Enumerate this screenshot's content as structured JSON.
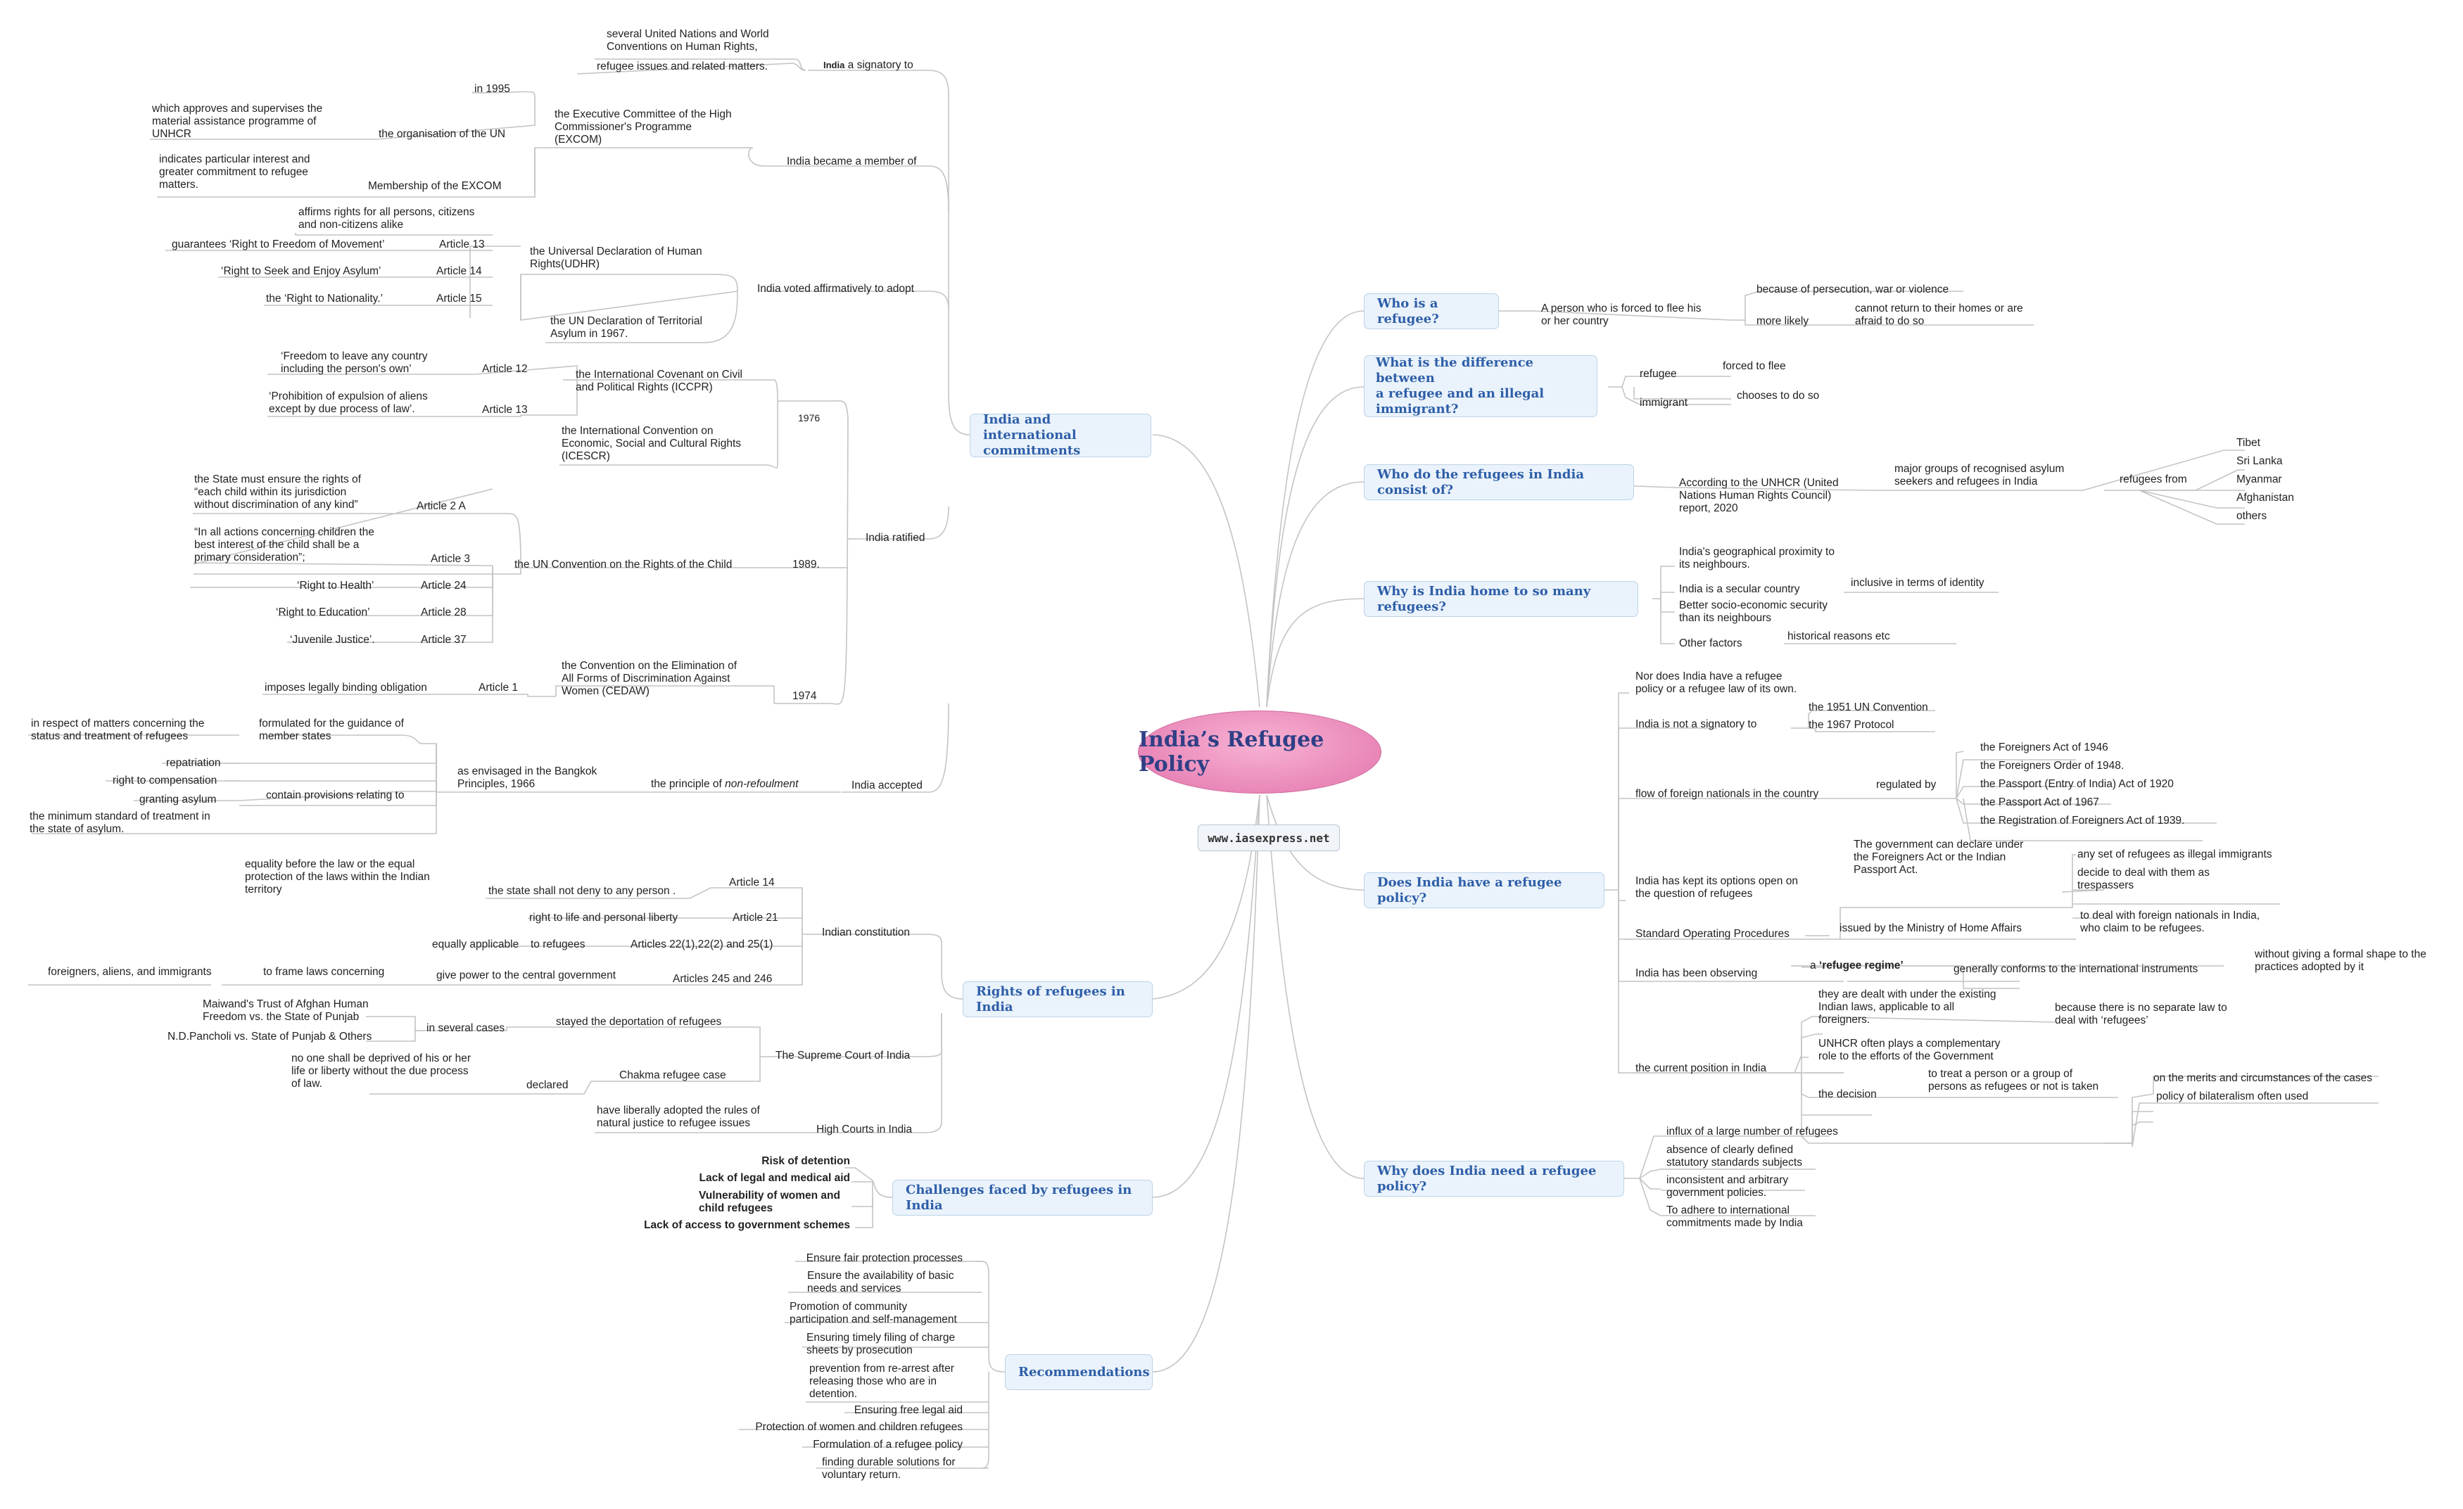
{
  "title": "India’s Refugee Policy",
  "website": "www.iasexpress.net",
  "branches": {
    "india_intl": "India and international\ncommitments",
    "rights": "Rights of refugees in India",
    "challenges": "Challenges faced by refugees in India",
    "recommendations": "Recommendations",
    "who": "Who is a refugee?",
    "difference": "What is the difference between\na refugee and an illegal\nimmigrant?",
    "consist": "Who do the refugees in India consist of?",
    "why_home": "Why is India home to so many refugees?",
    "policy": "Does India have a refugee policy?",
    "need": "Why does India need a refugee policy?"
  },
  "left": {
    "signatory_list": "several United Nations and World\nConventions on Human Rights,",
    "refugee_issues": "refugee issues and related matters.",
    "india_signatory_prefix": "India",
    "india_signatory_suffix": " a signatory to",
    "in_1995": "in 1995",
    "approves": "which approves and supervises the\nmaterial assistance programme of\nUNHCR",
    "org_un": "the organisation of the UN",
    "excom": "the Executive Committee of the High\nCommissioner's Programme\n(EXCOM)",
    "indicates": "indicates particular interest and\ngreater commitment to refugee\nmatters.",
    "membership": "Membership of the EXCOM",
    "india_member": "India became a member of",
    "affirms": "affirms rights for all persons, citizens\nand non-citizens alike",
    "movement": "guarantees ‘Right to Freedom of Movement’",
    "art13a": "Article 13",
    "asylum": "‘Right to Seek and Enjoy Asylum’",
    "art14a": "Article 14",
    "nationality": "the ‘Right to Nationality.’",
    "art15": "Article 15",
    "udhr": "the Universal Declaration of Human\nRights(UDHR)",
    "india_voted": "India voted affirmatively to adopt",
    "territorial": "the UN Declaration of Territorial\nAsylum in 1967.",
    "freedom_leave": "‘Freedom to leave any country\nincluding the person's own’",
    "art12": "Article 12",
    "iccpr": "the International Covenant on Civil\nand Political Rights (ICCPR)",
    "yr1976": "1976",
    "prohibition": "‘Prohibition of expulsion of aliens\nexcept by due process of law’.",
    "art13b": "Article 13",
    "icescr": "the International Convention on\nEconomic, Social and Cultural Rights\n(ICESCR)",
    "state_ensure": "the State must ensure the rights of\n“each child within its jurisdiction\nwithout discrimination of any kind”",
    "art2a": "Article 2 A",
    "best_interest": "“In all actions concerning children the\nbest interest of the child shall be a\nprimary consideration”;",
    "art3": "Article 3",
    "crc": "the UN Convention on the Rights of the Child",
    "yr1989": "1989.",
    "india_ratified": "India ratified",
    "health": "‘Right to Health’",
    "art24": "Article 24",
    "education": "‘Right to Education’",
    "art28": "Article 28",
    "juvenile": "‘Juvenile Justice’.",
    "art37": "Article 37",
    "cedaw": "the Convention on the Elimination of\nAll Forms of Discrimination Against\nWomen (CEDAW)",
    "binding": "imposes legally binding obligation",
    "art1": "Article 1",
    "yr1974": "1974",
    "status_treatment": "in respect of matters concerning the\nstatus and treatment of refugees",
    "formulated": "formulated for the guidance of\nmember states",
    "repatriation": "repatriation",
    "compensation": "right to compensation",
    "granting": "granting asylum",
    "min_standard": "the minimum standard of treatment in\nthe state of asylum.",
    "contain": "contain provisions relating to",
    "bangkok": "as envisaged in the Bangkok\nPrinciples, 1966",
    "principle_prefix": "the principle of ",
    "principle_ital": "non-refoulment",
    "india_accepted": "India accepted",
    "equality": "equality before the law or the equal\nprotection of the laws within the Indian\nterritory",
    "state_deny": "the state shall not deny to any person .",
    "art14b": "Article 14",
    "life_liberty": "right to life and personal liberty",
    "art21": "Article 21",
    "equally": "equally applicable",
    "to_refugees": "to refugees",
    "art22": "Articles 22(1),22(2) and 25(1)",
    "indian_constitution": "Indian constitution",
    "foreigners": "foreigners, aliens, and immigrants",
    "frame_laws": "to frame laws concerning",
    "give_power": "give power to the central government",
    "art245": "Articles 245 and 246",
    "maiwand": "Maiwand's Trust of Afghan Human\nFreedom vs. the State of Punjab",
    "pancholi": "N.D.Pancholi vs. State of Punjab & Others",
    "several_cases": "in several cases",
    "stayed": "stayed the deportation of refugees",
    "supreme_court": "The Supreme Court of India",
    "no_one": "no one shall be deprived of his or her\nlife or liberty without the due process\nof law.",
    "declared": "declared",
    "chakma": "Chakma refugee case",
    "high_courts_rule": "have liberally adopted the rules of\nnatural justice to refugee issues",
    "high_courts": "High Courts in India",
    "challenge1": "Risk of detention",
    "challenge2": "Lack of legal and medical aid",
    "challenge3": "Vulnerability of women and\nchild refugees",
    "challenge4": "Lack of access to government schemes",
    "rec1": "Ensure fair protection processes",
    "rec2": "Ensure the availability of basic\nneeds and services",
    "rec3": "Promotion of community\nparticipation and self-management",
    "rec4": "Ensuring timely filing of charge\nsheets by prosecution",
    "rec5": "prevention from re-arrest after\nreleasing those who are in\ndetention.",
    "rec6": "Ensuring free legal aid",
    "rec7": "Protection of women and children refugees",
    "rec8": "Formulation of a refugee policy",
    "rec9": "finding durable solutions for\nvoluntary return."
  },
  "right": {
    "forced_flee": "A person who is forced to flee his\nor her country",
    "because": "because of persecution, war or violence",
    "more_likely": "more likely",
    "cannot_return": "cannot return to their homes or are\nafraid to do so",
    "refugee": "refugee",
    "forced": "forced to flee",
    "immigrant": "immigrant",
    "chooses": "chooses to do so",
    "unhcr_report": "According to the UNHCR (United\nNations Human Rights Council)\nreport, 2020",
    "major_groups": "major groups of recognised asylum\nseekers and refugees in India",
    "refugees_from": "refugees from",
    "tibet": "Tibet",
    "srilanka": "Sri Lanka",
    "myanmar": "Myanmar",
    "afghanistan": "Afghanistan",
    "others": "others",
    "geo": "India's geographical proximity to\nits neighbours.",
    "secular": "India is a secular country",
    "inclusive": "inclusive in terms of identity",
    "socio": "Better socio-economic security\nthan its neighbours",
    "other_factors": "Other factors",
    "historical": "historical reasons etc",
    "nor_does": "Nor does India have a refugee\npolicy or a refugee law of its own.",
    "not_signatory": "India is not a signatory to",
    "conv1951": "the 1951 UN Convention",
    "prot1967": "the 1967 Protocol",
    "flow": "flow of foreign nationals in the country",
    "regulated": "regulated by",
    "fa1946": "the Foreigners Act of 1946",
    "fo1948": "the Foreigners Order of 1948.",
    "passport1920": "the Passport (Entry of India) Act of 1920",
    "passport1967": "the Passport Act of 1967",
    "registration1939": "the Registration of Foreigners Act of 1939.",
    "options_open": "India has kept its options open on\nthe question of refugees",
    "govt_declare": "The government can declare under\nthe Foreigners Act or the Indian\nPassport Act.",
    "any_set": "any set of refugees as illegal immigrants",
    "decide_deal": "decide to deal with them as\ntrespassers",
    "sop": "Standard Operating Procedures",
    "issued_mha": "issued by the Ministry of Home Affairs",
    "deal_foreign": "to deal with foreign nationals in India,\nwho claim to be refugees.",
    "observing": "India has been observing",
    "a_prefix": "a ",
    "regime": "‘refugee regime’",
    "conforms": "generally conforms to the international instruments",
    "without_formal": "without giving a formal shape to the\npractices adopted by it",
    "dealt_under": "they are dealt with under the existing\nIndian laws, applicable to all\nforeigners.",
    "no_separate": "because there is no separate law to\ndeal with ‘refugees’",
    "unhcr_role": "UNHCR often plays a complementary\nrole to the efforts of the Government",
    "current_position": "the current position in India",
    "decision": "the decision",
    "treat_person": "to treat a person or a group of\npersons as refugees or not is taken",
    "merits": "on the merits and circumstances of the cases",
    "bilateralism": "policy of bilateralism often used",
    "influx": "influx of a large number of refugees",
    "absence": "absence of clearly defined\nstatutory standards subjects",
    "inconsistent": "inconsistent and arbitrary\ngovernment policies.",
    "adhere": "To adhere to international\ncommitments made by India"
  }
}
